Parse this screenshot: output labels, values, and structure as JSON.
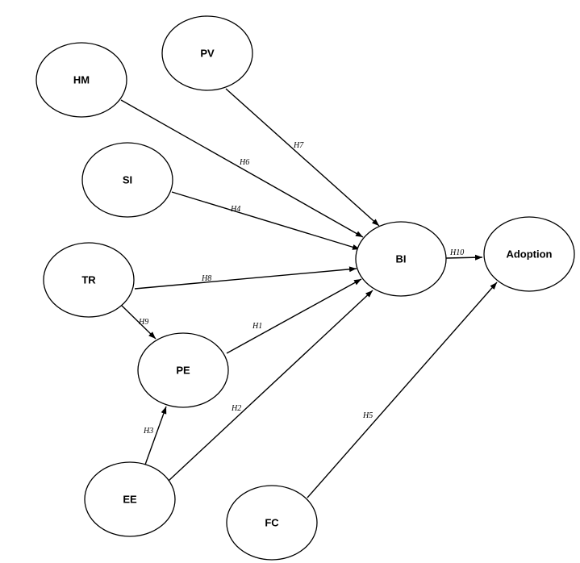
{
  "diagram": {
    "nodes": {
      "hm": "HM",
      "pv": "PV",
      "si": "SI",
      "tr": "TR",
      "pe": "PE",
      "ee": "EE",
      "bi": "BI",
      "adoption": "Adoption",
      "fc": "FC"
    },
    "edges": {
      "h1": "H1",
      "h2": "H2",
      "h3": "H3",
      "h4": "H4",
      "h5": "H5",
      "h6": "H6",
      "h7": "H7",
      "h8": "H8",
      "h9": "H9",
      "h10": "H10"
    },
    "stroke_color": "#000000",
    "fill_color": "#ffffff"
  }
}
